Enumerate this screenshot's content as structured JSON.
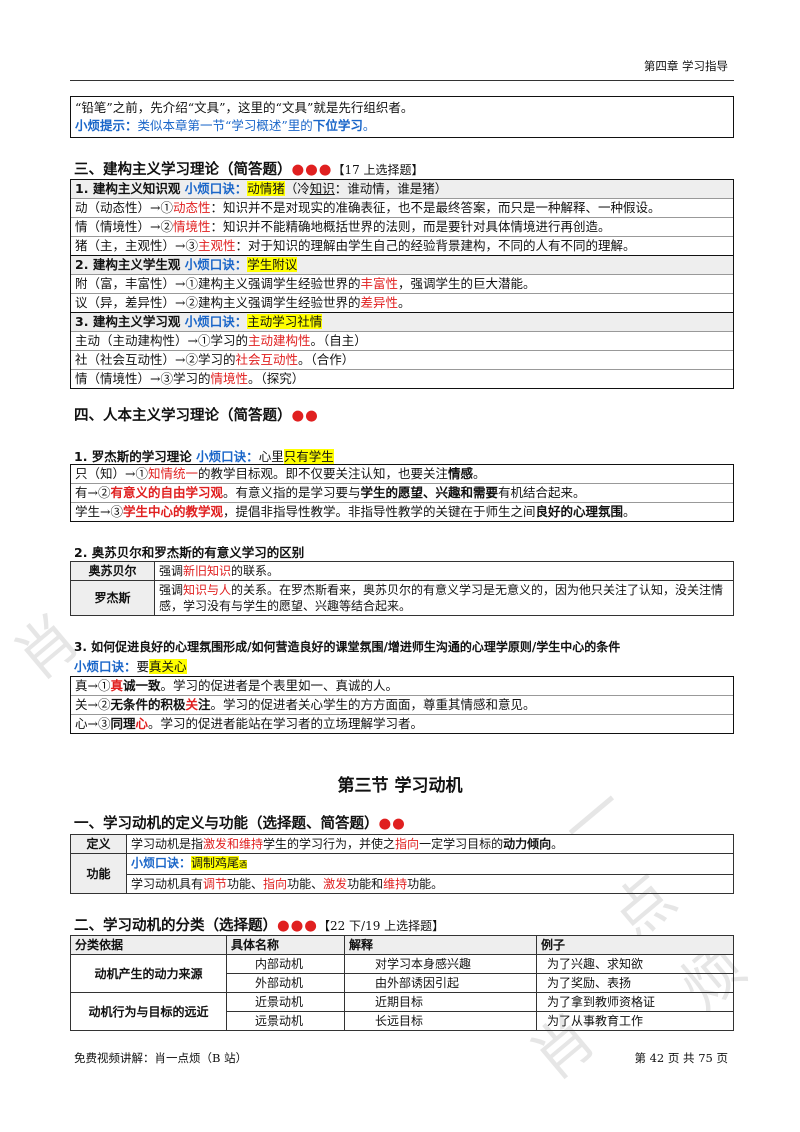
{
  "header": {
    "chapter": "第四章 学习指导"
  },
  "top_box": {
    "line1": "“铅笔”之前，先介绍“文具”，这里的“文具”就是先行组织者。",
    "tip_label": "小烦提示：",
    "tip_text": "类似本章第一节“学习概述”里的",
    "tip_bold": "下位学习",
    "tip_end": "。"
  },
  "sec3": {
    "title": "三、建构主义学习理论（简答题）",
    "dots": "●●●",
    "note": "【17 上选择题】",
    "groups": [
      {
        "head_num": "1.",
        "head_title": "建构主义知识观",
        "mnemonic_label": "小烦口诀：",
        "mnemonic": "动情猪",
        "mnemonic_note_a": "（冷",
        "mnemonic_note_b": "知识",
        "mnemonic_note_c": "：谁动情，谁是猪）",
        "rows": [
          {
            "lead": "动（动态性）→①",
            "key": "动态性",
            "rest": "：知识并不是对现实的准确表征，也不是最终答案，而只是一种解释、一种假设。"
          },
          {
            "lead": "情（情境性）→②",
            "key": "情境性",
            "rest": "：知识并不能精确地概括世界的法则，而是要针对具体情境进行再创造。"
          },
          {
            "lead": "猪（主，主观性）→③",
            "key": "主观性",
            "rest": "：对于知识的理解由学生自己的经验背景建构，不同的人有不同的理解。"
          }
        ]
      },
      {
        "head_num": "2.",
        "head_title": "建构主义学生观",
        "mnemonic_label": "小烦口诀：",
        "mnemonic": "学生附议",
        "rows": [
          {
            "lead": "附（富，丰富性）→①建构主义强调学生经验世界的",
            "key": "丰富性",
            "rest": "，强调学生的巨大潜能。"
          },
          {
            "lead": "议（异，差异性）→②建构主义强调学生经验世界的",
            "key": "差异性",
            "rest": "。"
          }
        ]
      },
      {
        "head_num": "3.",
        "head_title": "建构主义学习观",
        "mnemonic_label": "小烦口诀：",
        "mnemonic": "主动学习社情",
        "rows": [
          {
            "lead": "主动（主动建构性）→①学习的",
            "key": "主动建构性",
            "rest": "。（自主）"
          },
          {
            "lead": "社（社会互动性）→②学习的",
            "key": "社会互动性",
            "rest": "。（合作）"
          },
          {
            "lead": "情（情境性）→③学习的",
            "key": "情境性",
            "rest": "。（探究）"
          }
        ]
      }
    ]
  },
  "sec4": {
    "title": "四、人本主义学习理论（简答题）",
    "dots": "●●",
    "p1": {
      "title": "1. 罗杰斯的学习理论",
      "mnemonic_label": "小烦口诀：",
      "mnemonic_pre": "心里",
      "mnemonic": "只有学生",
      "r1_lead": "只（知）→①",
      "r1_key": "知情统一",
      "r1_rest": "的教学目标观。即不仅要关注认知，也要关注",
      "r1_bold": "情感",
      "r1_end": "。",
      "r2_lead": "有→②",
      "r2_key": "有意义的自由学习观",
      "r2_rest": "。有意义指的是学习要与",
      "r2_bold": "学生的愿望、兴趣和需要",
      "r2_end": "有机结合起来。",
      "r3_lead": "学生→③",
      "r3_key": "学生中心的教学观",
      "r3_rest": "，提倡非指导性教学。非指导性教学的关键在于师生之间",
      "r3_bold": "良好的心理氛围",
      "r3_end": "。"
    },
    "p2": {
      "title": "2. 奥苏贝尔和罗杰斯的有意义学习的区别",
      "row1_label": "奥苏贝尔",
      "row1_pre": "强调",
      "row1_key": "新旧知识",
      "row1_post": "的联系。",
      "row2_label": "罗杰斯",
      "row2_pre": "强调",
      "row2_key": "知识与人",
      "row2_post": "的关系。在罗杰斯看来，奥苏贝尔的有意义学习是无意义的，因为他只关注了认知，没关注情感，学习没有与学生的愿望、兴趣等结合起来。"
    },
    "p3": {
      "title": "3. 如何促进良好的心理氛围形成/如何营造良好的课堂氛围/增进师生沟通的心理学原则/学生中心的条件",
      "mnemonic_label": "小烦口诀：",
      "mnemonic_pre": "要",
      "mnemonic": "真关心",
      "rows": [
        {
          "lead": "真→①",
          "key_bold": "真",
          "key_rest": "诚一致",
          "rest": "。学习的促进者是个表里如一、真诚的人。"
        },
        {
          "lead": "关→②",
          "key_bold": "无条件的积极",
          "key_rest": "关",
          "key_tail": "注",
          "rest": "。学习的促进者关心学生的方方面面，尊重其情感和意见。"
        },
        {
          "lead": "心→③",
          "key_bold": "同理",
          "key_rest": "心",
          "rest": "。学习的促进者能站在学习者的立场理解学习者。"
        }
      ]
    }
  },
  "section3_title": "第三节 学习动机",
  "m1": {
    "title": "一、学习动机的定义与功能（选择题、简答题）",
    "dots": "●●",
    "def_label": "定义",
    "def_pre": "学习动机是指",
    "def_k1": "激发和维持",
    "def_mid": "学生的学习行为，并使之",
    "def_k2": "指向",
    "def_mid2": "一定学习目标的",
    "def_bold": "动力倾向",
    "def_end": "。",
    "func_label": "功能",
    "func_mn_label": "小烦口诀：",
    "func_mn": "调制鸡尾",
    "func_mn_small": "酒",
    "func_pre": "学习动机具有",
    "func_k1": "调节",
    "func_t1": "功能、",
    "func_k2": "指向",
    "func_t2": "功能、",
    "func_k3": "激发",
    "func_t3": "功能和",
    "func_k4": "维持",
    "func_t4": "功能。"
  },
  "m2": {
    "title": "二、学习动机的分类（选择题）",
    "dots": "●●●",
    "note": "【22 下/19 上选择题】",
    "headers": [
      "分类依据",
      "具体名称",
      "解释",
      "例子"
    ],
    "groups": [
      {
        "basis": "动机产生的动力来源",
        "rows": [
          [
            "内部动机",
            "对学习本身感兴趣",
            "为了兴趣、求知欲"
          ],
          [
            "外部动机",
            "由外部诱因引起",
            "为了奖励、表扬"
          ]
        ]
      },
      {
        "basis": "动机行为与目标的远近",
        "rows": [
          [
            "近景动机",
            "近期目标",
            "为了拿到教师资格证"
          ],
          [
            "远景动机",
            "长远目标",
            "为了从事教育工作"
          ]
        ]
      }
    ]
  },
  "footer": {
    "left": "免费视频讲解：肖一点烦（B 站）",
    "right": "第 42 页 共 75 页"
  },
  "watermark": [
    "肖",
    "一",
    "点",
    "烦",
    "肖"
  ]
}
